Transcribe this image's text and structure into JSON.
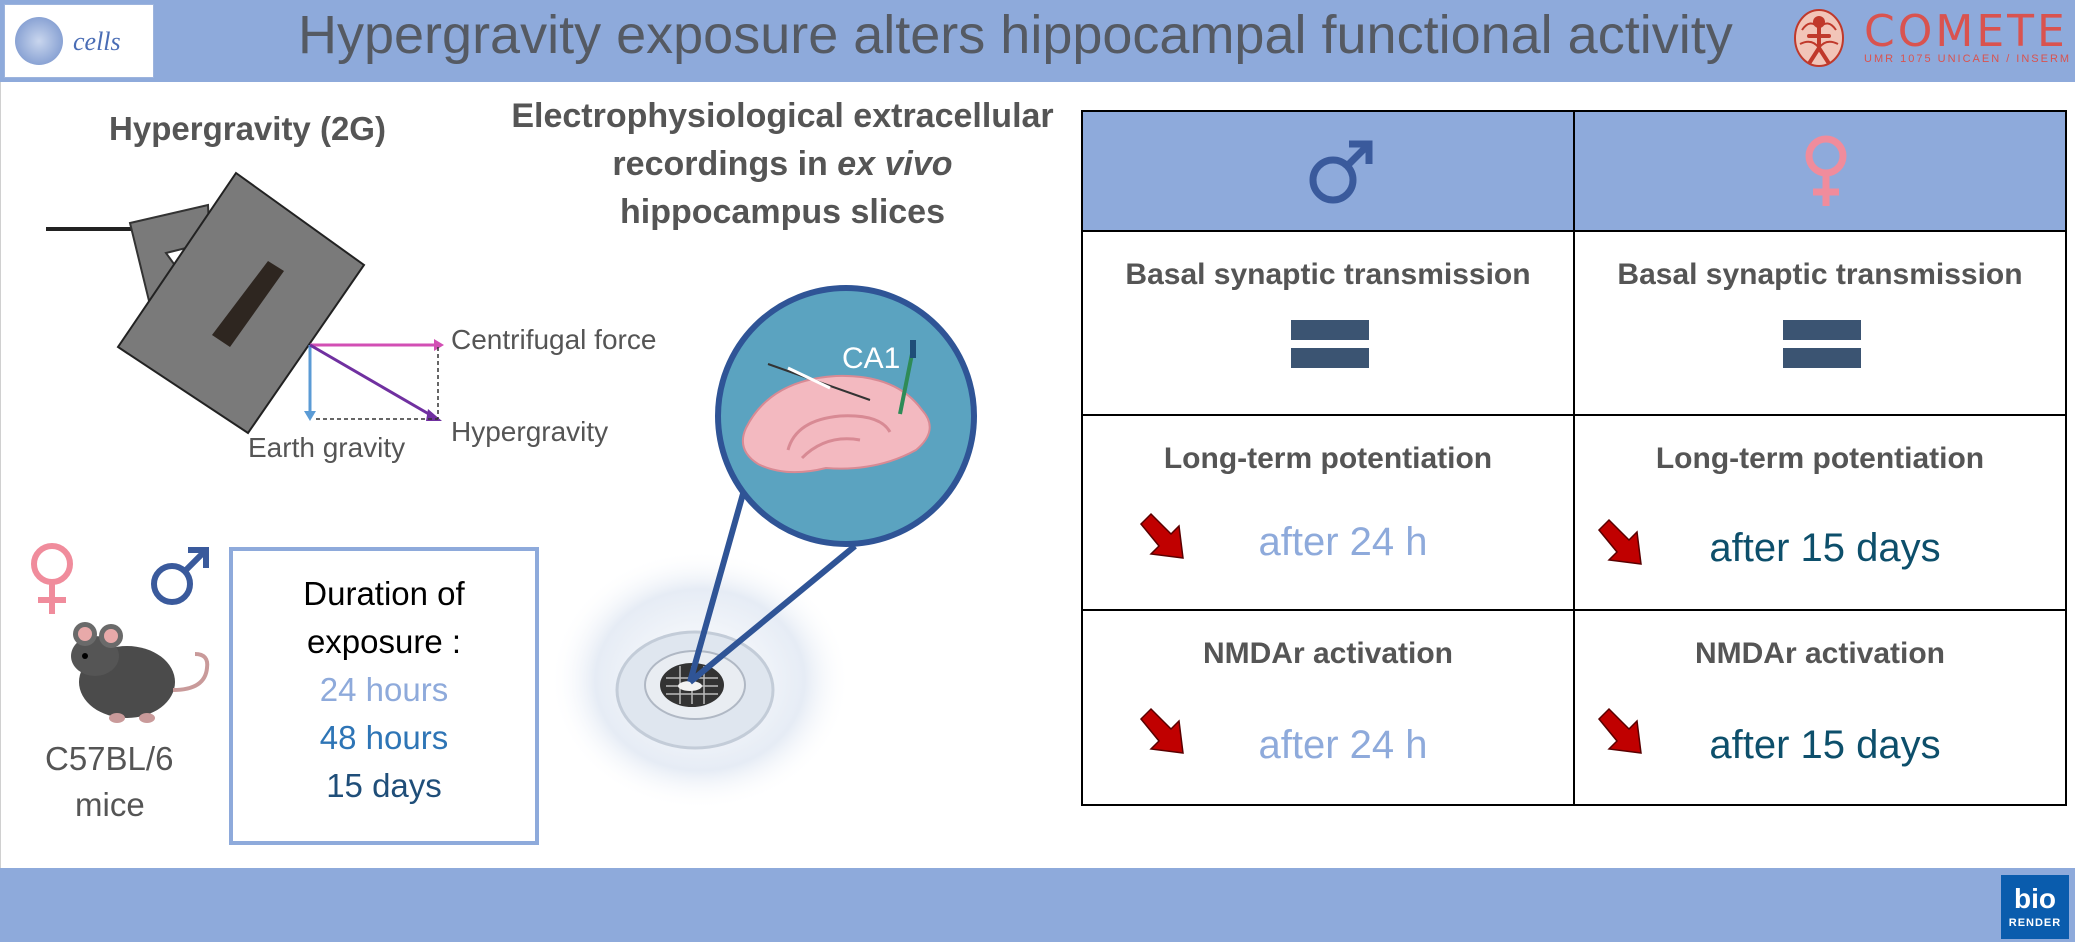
{
  "header": {
    "logo_text": "cells",
    "title": "Hypergravity exposure alters hippocampal functional activity",
    "brand": "COMETE",
    "brand_subtitle": "UMR 1075 UNICAEN / INSERM"
  },
  "left_panel": {
    "title": "Hypergravity (2G)",
    "labels": {
      "centrifugal": "Centrifugal force",
      "hypergravity": "Hypergravity",
      "earth_gravity": "Earth gravity"
    }
  },
  "mice": {
    "line1": "C57BL/6",
    "line2": "mice"
  },
  "duration": {
    "title_line1": "Duration of",
    "title_line2": "exposure :",
    "items": [
      {
        "text": "24 hours",
        "color": "#8eaadb"
      },
      {
        "text": "48 hours",
        "color": "#2e75b6"
      },
      {
        "text": "15 days",
        "color": "#1f4e79"
      }
    ]
  },
  "middle": {
    "title_line1": "Electrophysiological extracellular",
    "title_line2_a": "recordings in ",
    "title_line2_b": "ex vivo",
    "title_line3": "hippocampus slices",
    "region_label": "CA1"
  },
  "table": {
    "columns": [
      {
        "symbol": "♂",
        "color": "#3a5a9c"
      },
      {
        "symbol": "♀",
        "color": "#f08c9c"
      }
    ],
    "rows": [
      {
        "label": "Basal synaptic transmission",
        "male": "=",
        "female": "="
      },
      {
        "label": "Long-term potentiation",
        "male": "after 24 h",
        "female": "after 15 days"
      },
      {
        "label": "NMDAr activation",
        "male": "after 24 h",
        "female": "after 15 days"
      }
    ],
    "value_colors": {
      "male": "#8eaadb",
      "female": "#0d4f6b"
    }
  },
  "footer": {
    "badge_line1": "bio",
    "badge_line2": "RENDER"
  },
  "colors": {
    "bar": "#8eaadb",
    "female": "#f08c9c",
    "male": "#3a5a9c",
    "arrow": "#c00000"
  }
}
